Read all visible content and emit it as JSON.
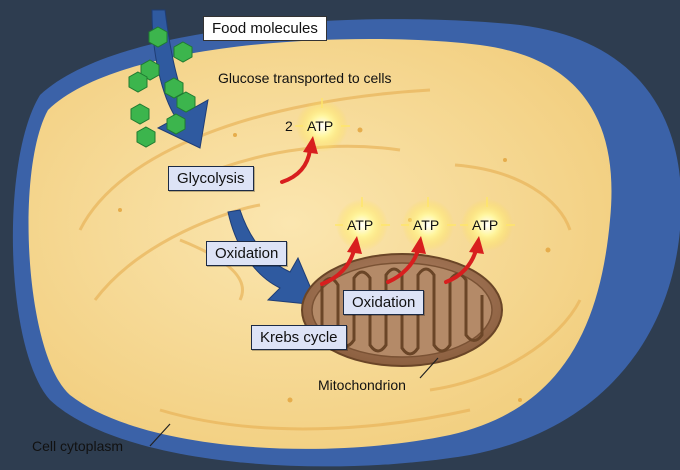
{
  "labels": {
    "food_molecules": "Food molecules",
    "glucose_transport": "Glucose transported to cells",
    "glycolysis": "Glycolysis",
    "oxidation_1": "Oxidation",
    "oxidation_2": "Oxidation",
    "krebs_cycle": "Krebs cycle",
    "mitochondrion": "Mitochondrion",
    "cell_cytoplasm": "Cell cytoplasm",
    "atp_count_prefix": "2",
    "atp": "ATP"
  },
  "colors": {
    "background": "#2b3a4c",
    "cell_membrane_blue": "#3b62a8",
    "cytoplasm_yellow": "#f7dc9a",
    "mitochondrion_brown": "#a17452",
    "arrow_blue": "#2f5aa0",
    "food_green": "#33b04a",
    "atp_arrow_red": "#d81e1e",
    "atp_glow": "#ffef7a"
  }
}
